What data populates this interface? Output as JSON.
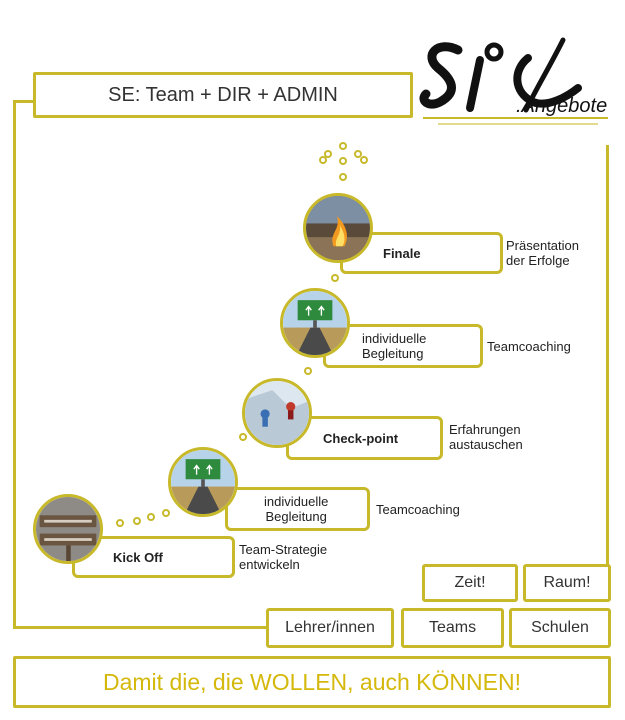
{
  "header": {
    "title": "SE: Team + DIR + ADMIN"
  },
  "logo": {
    "mark": "Sic",
    "subtitle": ".Angebote"
  },
  "steps": [
    {
      "label": "Kick Off",
      "description": "Team-Strategie\nentwickeln",
      "image": "excellence-mediocrity-signpost"
    },
    {
      "label": "individuelle\nBegleitung",
      "description": "Teamcoaching",
      "image": "road-with-direction-sign"
    },
    {
      "label": "Check-point",
      "description": "Erfahrungen\naustauschen",
      "image": "climbers-on-ice"
    },
    {
      "label": "individuelle\nBegleitung",
      "description": "Teamcoaching",
      "image": "road-with-direction-sign"
    },
    {
      "label": "Finale",
      "description": "Präsentation\nder Erfolge",
      "image": "campfire"
    }
  ],
  "resources": {
    "time": "Zeit!",
    "space": "Raum!"
  },
  "audience": {
    "teachers": "Lehrer/innen",
    "teams": "Teams",
    "schools": "Schulen"
  },
  "motto": "Damit die, die WOLLEN, auch KÖNNEN!",
  "colors": {
    "accent": "#c8b92a",
    "motto_text": "#d4b80b"
  }
}
